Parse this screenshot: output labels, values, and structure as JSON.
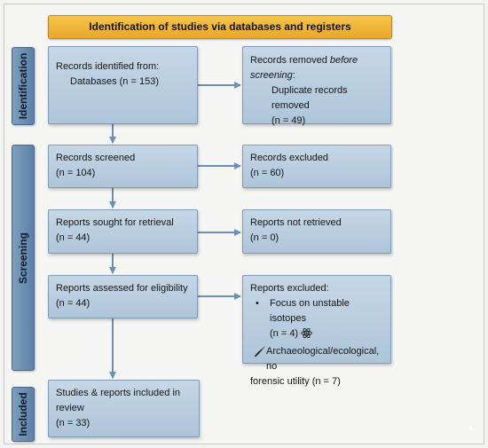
{
  "banner": "Identification of studies via databases and registers",
  "phases": {
    "identification": "Identification",
    "screening": "Screening",
    "included": "Included"
  },
  "records_identified": {
    "title": "Records identified from:",
    "source": "Databases (n = 153)"
  },
  "records_removed": {
    "line1_prefix": "Records removed ",
    "line1_em": "before",
    "line2_em": "screening",
    "line2_suffix": ":",
    "detail": "Duplicate records removed",
    "count": "(n = 49)"
  },
  "records_screened": {
    "title": "Records screened",
    "count": "(n = 104)"
  },
  "records_excluded": {
    "title": "Records excluded",
    "count": "(n = 60)"
  },
  "reports_sought": {
    "title": "Reports sought for retrieval",
    "count": "(n = 44)"
  },
  "reports_not_retrieved": {
    "title": "Reports not retrieved",
    "count": "(n = 0)"
  },
  "reports_assessed": {
    "title": "Reports assessed for eligibility",
    "count": "(n = 44)"
  },
  "reports_excluded": {
    "title": "Reports excluded:",
    "bullet": "•",
    "reason1_line1": "Focus on unstable isotopes",
    "reason1_line2": "(n = 4)",
    "reason2_line1": "Archaeological/ecological, no",
    "reason2_line2": "forensic utility (n = 7)"
  },
  "included": {
    "line1": "Studies & reports included in",
    "line2": "review",
    "count": "(n = 33)"
  },
  "icons": [
    "atom-icon",
    "knife-icon",
    "sparkle-icon"
  ],
  "colors": {
    "banner": "#f0b73c",
    "phase": "#6a8db2",
    "box": "#b9cee1",
    "arrow": "#6b8fb5"
  }
}
